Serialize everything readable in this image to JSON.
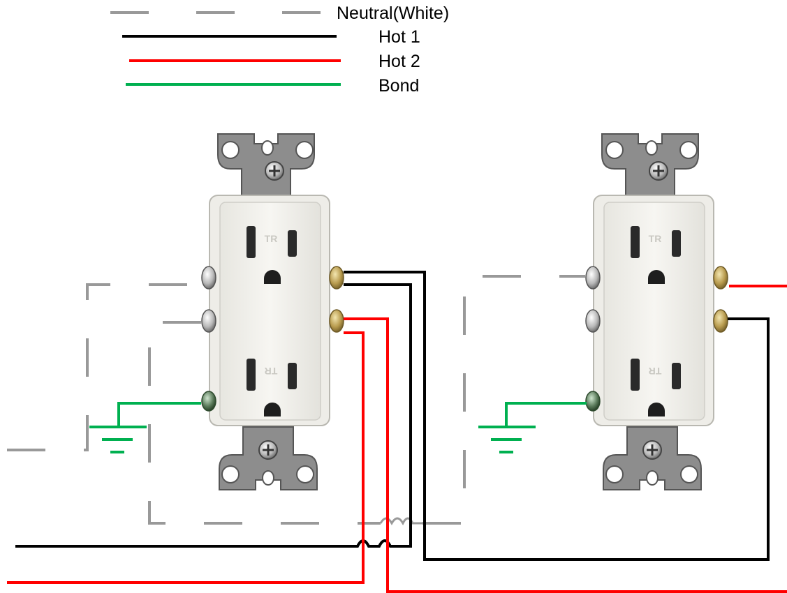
{
  "legend": {
    "neutral": {
      "label": "Neutral(White)",
      "color": "#999999",
      "style": "dashed"
    },
    "hot1": {
      "label": "Hot 1",
      "color": "#000000",
      "style": "solid"
    },
    "hot2": {
      "label": "Hot 2",
      "color": "#ff0000",
      "style": "solid"
    },
    "bond": {
      "label": "Bond",
      "color": "#00b050",
      "style": "solid"
    }
  },
  "receptacles": [
    {
      "name": "receptacle-left",
      "face_markings": [
        "TR",
        "TR"
      ],
      "body_color": "#f2f1ec",
      "strap_color": "#8a8a8a"
    },
    {
      "name": "receptacle-right",
      "face_markings": [
        "TR",
        "TR"
      ],
      "body_color": "#f2f1ec",
      "strap_color": "#8a8a8a"
    }
  ],
  "grounds": [
    {
      "name": "ground-symbol-left",
      "icon": "ground-icon"
    },
    {
      "name": "ground-symbol-right",
      "icon": "ground-icon"
    }
  ]
}
